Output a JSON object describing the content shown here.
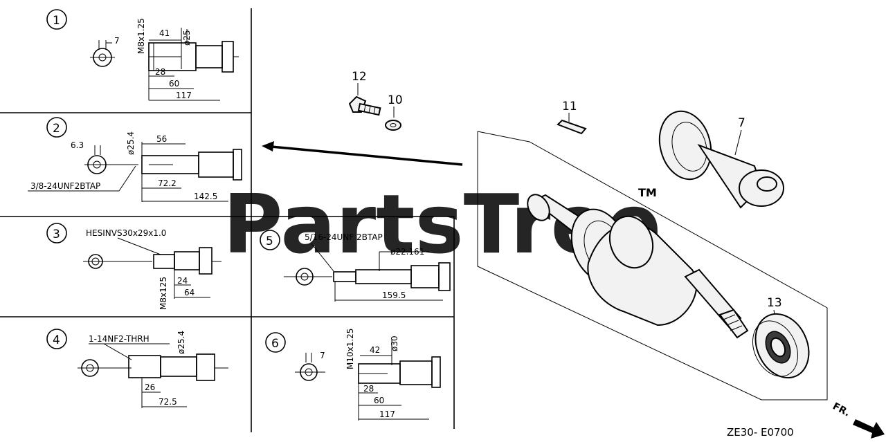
{
  "watermark": {
    "text": "PartsTree",
    "tm": "TM"
  },
  "diagram_code": "ZE30- E0700",
  "front_label": "FR.",
  "variants": [
    {
      "id": "1",
      "dims": [
        "M8x1.25",
        "41",
        "ø25",
        "7",
        "28",
        "60",
        "117"
      ]
    },
    {
      "id": "2",
      "dims": [
        "ø25.4",
        "56",
        "6.3",
        "3/8-24UNF2BTAP",
        "72.2",
        "142.5"
      ]
    },
    {
      "id": "3",
      "dims": [
        "HESINVS30x29x1.0",
        "M8x125",
        "24",
        "64"
      ]
    },
    {
      "id": "4",
      "dims": [
        "1-14NF2-THRH",
        "ø25.4",
        "26",
        "72.5"
      ]
    },
    {
      "id": "5",
      "dims": [
        "5/16-24UNF 2BTAP",
        "ø22.161",
        "159.5"
      ]
    },
    {
      "id": "6",
      "dims": [
        "M10x1.25",
        "ø30",
        "42",
        "7",
        "28",
        "60",
        "117"
      ]
    }
  ],
  "callouts": [
    "12",
    "10",
    "11",
    "7",
    "13"
  ]
}
